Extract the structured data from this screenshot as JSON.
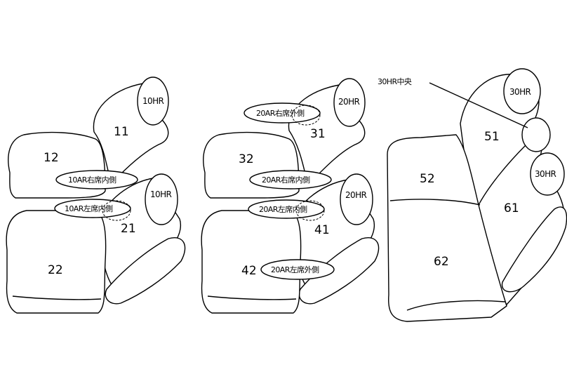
{
  "left_group": {
    "hr_upper": "10HR",
    "hr_lower": "10HR",
    "part_11": "11",
    "part_12": "12",
    "part_21": "21",
    "part_22": "22",
    "label_inner_right": "10AR右席内側",
    "label_inner_left": "10AR左席内側"
  },
  "middle_group": {
    "hr_upper": "20HR",
    "hr_lower": "20HR",
    "part_31": "31",
    "part_32": "32",
    "part_41": "41",
    "part_42": "42",
    "label_outer_right": "20AR右席外側",
    "label_inner_right": "20AR右席内側",
    "label_inner_left": "20AR左席内側",
    "label_outer_left": "20AR左席外側"
  },
  "right_group": {
    "hr_upper": "30HR",
    "hr_lower": "30HR",
    "center_hr_label": "30HR中央",
    "part_51": "51",
    "part_52": "52",
    "part_61": "61",
    "part_62": "62"
  }
}
